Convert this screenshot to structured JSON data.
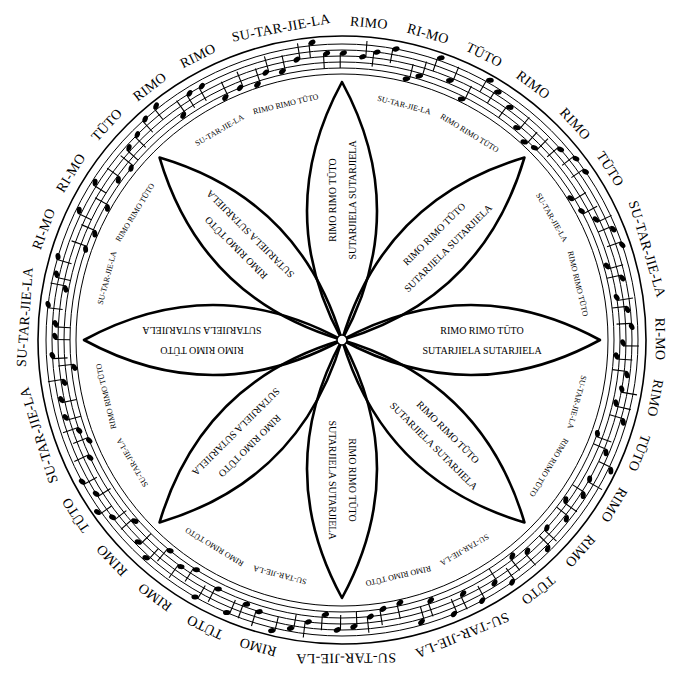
{
  "diagram": {
    "labels": [
      "SU-TAR-JIE-LA",
      "RIMO",
      "RI-MO",
      "TŪTO",
      "RIMO",
      "RIMO",
      "TŪTO",
      "SU-TAR-JIE-LA",
      "RI-MO",
      "RIMO",
      "TŪTO",
      "RIMO",
      "RIMO",
      "TŪTO",
      "SU-TAR-JIE-LA",
      "SU-TAR-JIE-LA",
      "RIMO",
      "TŪTO",
      "RIMO",
      "RIMO",
      "TŪTO",
      "SU-TAR-JIE-LA",
      "SU-TAR-JIE-LA",
      "RI-MO",
      "RI-MO",
      "TŪTO",
      "RIMO",
      "RIMO",
      "RIMO RIMO TŪTO",
      "SUTARJIELA SUTARJIELA",
      "RIMO RIMO TŪTO",
      "SUTARJIELA SUTARJIELA",
      "RIMO RIMO TŪTO",
      "SUTARJIELA SUTARJIELA",
      "RIMO RIMO TŪTO",
      "SUTARJIELA SUTARJIELA",
      "RIMO RIMO TŪTO",
      "SUTARJIELA SUTARJIELA",
      "RIMO RIMO TŪTO",
      "SUTARJIELA SUTARJIELA",
      "RIMO RIMO TŪTO",
      "SUTARJIELA SUTARJIELA",
      "RIMO RIMO TŪTO",
      "SUTARJIELA SUTARJIELA",
      "SU-TAR-JIE-LA",
      "RIMO RIMO TŪTO",
      "SU-TAR-JIE-LA",
      "RIMO RIMO TŪTO",
      "SU-TAR-JIE-LA",
      "RIMO RIMO TŪTO",
      "SU-TAR-JIE-LA",
      "RIMO RIMO TŪTO",
      "SU-TAR-JIE-LA",
      "RIMO RIMO TŪTO",
      "SU-TAR-JIE-LA",
      "RIMO RIMO TŪTO",
      "SU-TAR-JIE-LA",
      "RIMO RIMO TŪTO",
      "SU-TAR-JIE-LA",
      "RIMO RIMO TŪTO"
    ]
  }
}
